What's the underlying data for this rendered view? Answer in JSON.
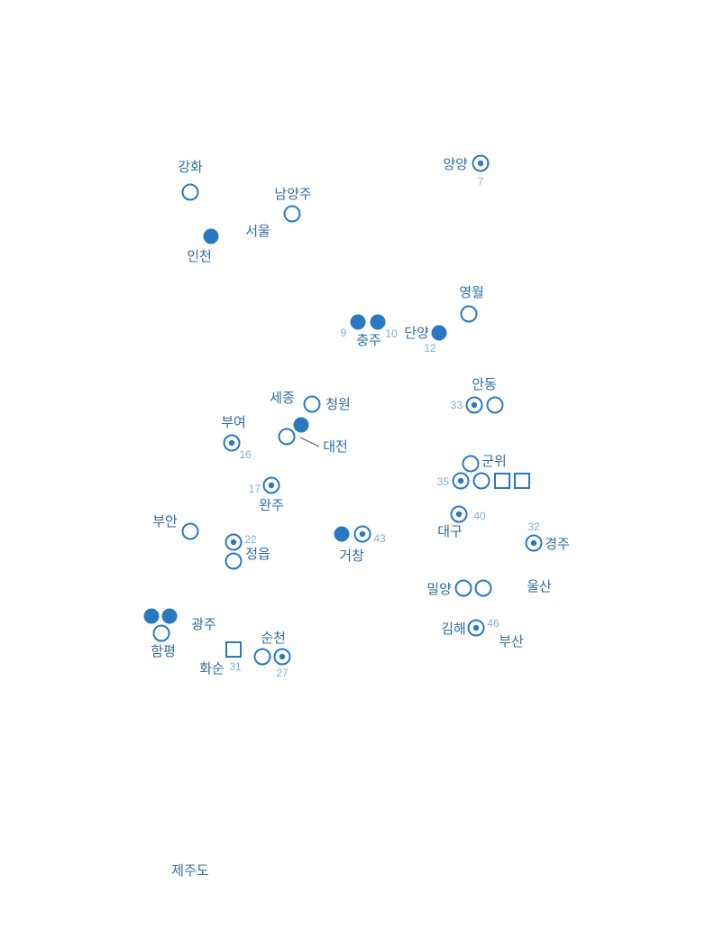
{
  "colors": {
    "symbol": "#2a78c2",
    "label": "#2f6ea8",
    "number": "#7fb0d8"
  },
  "symbol_types": [
    "filled-circle",
    "open-circle",
    "dotted-circle",
    "open-square"
  ],
  "places": [
    {
      "id": "ganghwa",
      "name": "강화",
      "numbers": [],
      "symbols": [
        "open-circle"
      ]
    },
    {
      "id": "namyangju",
      "name": "남양주",
      "numbers": [],
      "symbols": [
        "open-circle"
      ]
    },
    {
      "id": "seoul",
      "name": "서울",
      "numbers": [],
      "symbols": []
    },
    {
      "id": "incheon",
      "name": "인천",
      "numbers": [],
      "symbols": [
        "filled-circle"
      ]
    },
    {
      "id": "yangyang",
      "name": "양양",
      "numbers": [
        "7"
      ],
      "symbols": [
        "dotted-circle"
      ]
    },
    {
      "id": "yeongwol",
      "name": "영월",
      "numbers": [],
      "symbols": [
        "open-circle"
      ]
    },
    {
      "id": "chungju",
      "name": "충주",
      "numbers": [
        "9",
        "10"
      ],
      "symbols": [
        "filled-circle",
        "filled-circle"
      ]
    },
    {
      "id": "danyang",
      "name": "단양",
      "numbers": [
        "12"
      ],
      "symbols": [
        "filled-circle"
      ]
    },
    {
      "id": "andong",
      "name": "안동",
      "numbers": [
        "33"
      ],
      "symbols": [
        "dotted-circle",
        "open-circle"
      ]
    },
    {
      "id": "sejong",
      "name": "세종",
      "numbers": [],
      "symbols": []
    },
    {
      "id": "cheongwon",
      "name": "청원",
      "numbers": [],
      "symbols": [
        "open-circle"
      ]
    },
    {
      "id": "daejeon",
      "name": "대전",
      "numbers": [],
      "symbols": [
        "filled-circle",
        "open-circle"
      ]
    },
    {
      "id": "buyeo",
      "name": "부여",
      "numbers": [
        "16"
      ],
      "symbols": [
        "dotted-circle"
      ]
    },
    {
      "id": "gunwi",
      "name": "군위",
      "numbers": [
        "35"
      ],
      "symbols": [
        "open-circle",
        "dotted-circle",
        "open-circle",
        "open-square",
        "open-square"
      ]
    },
    {
      "id": "wanju",
      "name": "완주",
      "numbers": [
        "17"
      ],
      "symbols": [
        "dotted-circle"
      ]
    },
    {
      "id": "daegu",
      "name": "대구",
      "numbers": [
        "40"
      ],
      "symbols": [
        "dotted-circle"
      ]
    },
    {
      "id": "gyeongju",
      "name": "경주",
      "numbers": [
        "32"
      ],
      "symbols": [
        "dotted-circle"
      ]
    },
    {
      "id": "buan",
      "name": "부안",
      "numbers": [],
      "symbols": [
        "open-circle"
      ]
    },
    {
      "id": "jeongeup",
      "name": "정읍",
      "numbers": [
        "22"
      ],
      "symbols": [
        "dotted-circle",
        "open-circle"
      ]
    },
    {
      "id": "geochang",
      "name": "거창",
      "numbers": [
        "43"
      ],
      "symbols": [
        "filled-circle",
        "dotted-circle"
      ]
    },
    {
      "id": "miryang",
      "name": "밀양",
      "numbers": [],
      "symbols": [
        "open-circle",
        "open-circle"
      ]
    },
    {
      "id": "ulsan",
      "name": "울산",
      "numbers": [],
      "symbols": []
    },
    {
      "id": "gwangju",
      "name": "광주",
      "numbers": [],
      "symbols": [
        "filled-circle",
        "filled-circle"
      ]
    },
    {
      "id": "hampyeong",
      "name": "함평",
      "numbers": [],
      "symbols": [
        "open-circle"
      ]
    },
    {
      "id": "gimhae",
      "name": "김해",
      "numbers": [
        "46"
      ],
      "symbols": [
        "dotted-circle"
      ]
    },
    {
      "id": "busan",
      "name": "부산",
      "numbers": [],
      "symbols": []
    },
    {
      "id": "suncheon",
      "name": "순천",
      "numbers": [
        "27"
      ],
      "symbols": [
        "open-circle",
        "dotted-circle"
      ]
    },
    {
      "id": "hwasun",
      "name": "화순",
      "numbers": [
        "31"
      ],
      "symbols": [
        "open-square"
      ]
    },
    {
      "id": "jejudo",
      "name": "제주도",
      "numbers": [],
      "symbols": []
    }
  ]
}
